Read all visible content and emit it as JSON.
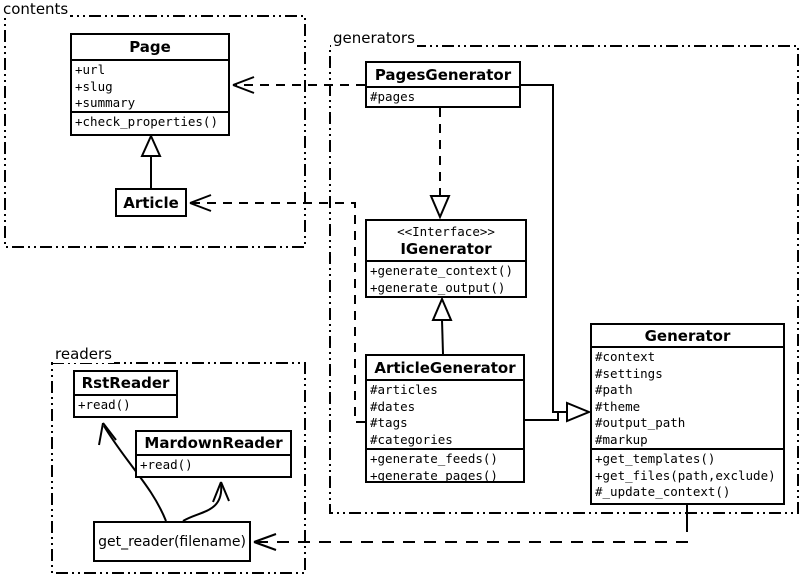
{
  "diagram": {
    "title": "pelican-uml-class-diagram",
    "colors": {
      "line": "#000000",
      "background": "#ffffff"
    },
    "packages": {
      "contents": {
        "label": "contents"
      },
      "generators": {
        "label": "generators"
      },
      "readers": {
        "label": "readers"
      }
    },
    "classes": {
      "page": {
        "name": "Page",
        "attributes": [
          "+url",
          "+slug",
          "+summary"
        ],
        "methods": [
          "+check_properties()"
        ]
      },
      "article": {
        "name": "Article"
      },
      "pages_generator": {
        "name": "PagesGenerator",
        "attributes": [
          "#pages"
        ]
      },
      "igenerator": {
        "stereotype": "<<Interface>>",
        "name": "IGenerator",
        "methods": [
          "+generate_context()",
          "+generate_output()"
        ]
      },
      "article_generator": {
        "name": "ArticleGenerator",
        "attributes": [
          "#articles",
          "#dates",
          "#tags",
          "#categories"
        ],
        "methods": [
          "+generate_feeds()",
          "+generate_pages()"
        ]
      },
      "generator": {
        "name": "Generator",
        "attributes": [
          "#context",
          "#settings",
          "#path",
          "#theme",
          "#output_path",
          "#markup"
        ],
        "methods": [
          "+get_templates()",
          "+get_files(path,exclude)",
          "#_update_context()"
        ]
      },
      "rst_reader": {
        "name": "RstReader",
        "methods": [
          "+read()"
        ]
      },
      "mardown_reader": {
        "name": "MardownReader",
        "methods": [
          "+read()"
        ]
      },
      "get_reader": {
        "label": "get_reader(filename)"
      }
    },
    "relationships": [
      {
        "from": "Article",
        "to": "Page",
        "type": "inheritance"
      },
      {
        "from": "PagesGenerator",
        "to": "Page",
        "type": "dependency"
      },
      {
        "from": "PagesGenerator",
        "to": "IGenerator",
        "type": "realization"
      },
      {
        "from": "ArticleGenerator",
        "to": "IGenerator",
        "type": "inheritance"
      },
      {
        "from": "ArticleGenerator",
        "to": "Article",
        "type": "dependency"
      },
      {
        "from": "PagesGenerator",
        "to": "Generator",
        "type": "inheritance"
      },
      {
        "from": "ArticleGenerator",
        "to": "Generator",
        "type": "inheritance"
      },
      {
        "from": "Generator",
        "to": "get_reader(filename)",
        "type": "dependency"
      },
      {
        "from": "get_reader(filename)",
        "to": "RstReader",
        "type": "arrow"
      },
      {
        "from": "get_reader(filename)",
        "to": "MardownReader",
        "type": "arrow"
      }
    ]
  }
}
